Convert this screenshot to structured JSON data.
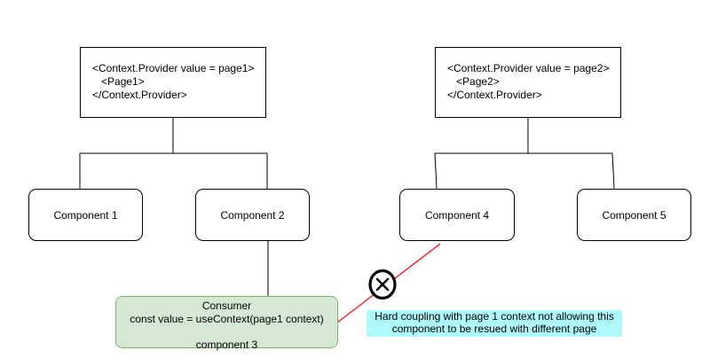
{
  "diagram": {
    "provider1": {
      "lines": {
        "l1": "<Context.Provider value = page1>",
        "l2": "   <Page1>",
        "l3": "</Context.Provider>"
      }
    },
    "provider2": {
      "lines": {
        "l1": "<Context.Provider value = page2>",
        "l2": "   <Page2>",
        "l3": "</Context.Provider>"
      }
    },
    "components": {
      "c1": {
        "label": "Component 1"
      },
      "c2": {
        "label": "Component 2"
      },
      "c4": {
        "label": "Component 4"
      },
      "c5": {
        "label": "Component 5"
      }
    },
    "consumer": {
      "lines": {
        "l1": "Consumer",
        "l2": "const value = useContext(page1 context)",
        "l3": " ",
        "l4": "component 3"
      }
    },
    "note": {
      "lines": {
        "l1": "Hard coupling with page 1 context not allowing this",
        "l2": "component to be resued with different page"
      }
    },
    "colors": {
      "consumer_fill": "#d5e8d4",
      "consumer_border": "#82b366",
      "note_fill": "#aef9fb",
      "error_line": "#ff0000",
      "wire": "#000000"
    }
  }
}
